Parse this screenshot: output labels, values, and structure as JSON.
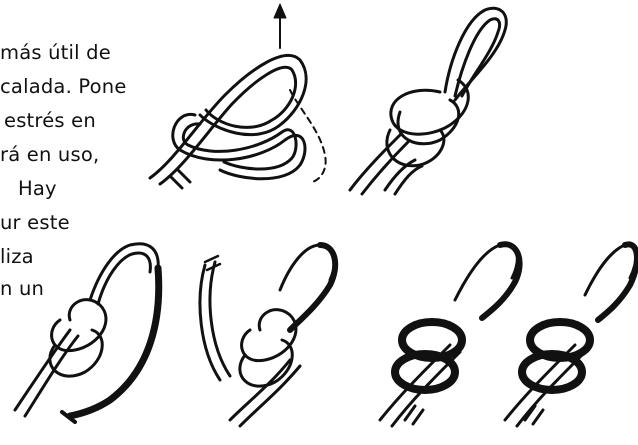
{
  "text_fragments": [
    "más útil de",
    "calada. Pone",
    "estrés en",
    "rá en uso,",
    "Hay",
    "ur este",
    "liza",
    "n un"
  ],
  "figure": {
    "illustration": "figure-eight loop knot tying steps",
    "colors": {
      "ink": "#111111",
      "paper": "#ffffff"
    }
  }
}
